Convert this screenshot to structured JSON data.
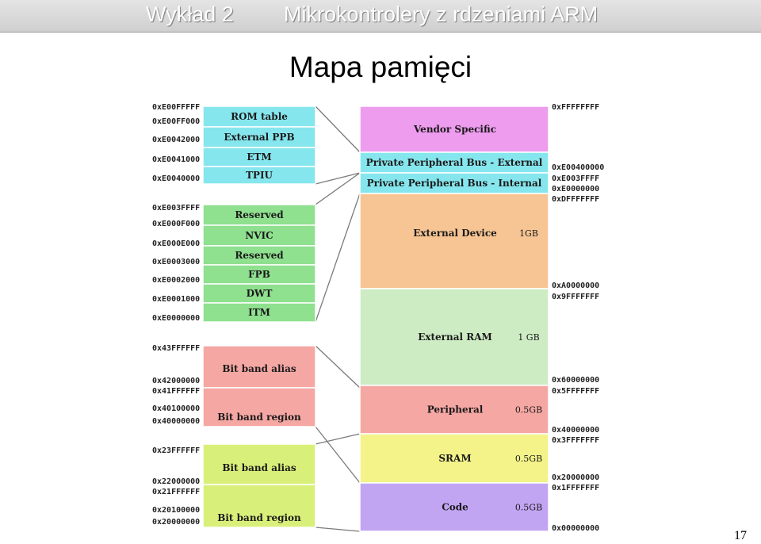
{
  "header": {
    "lecture": "Wykład 2",
    "course": "Mikrokontrolery z rdzeniami ARM"
  },
  "slide": {
    "title": "Mapa pamięci",
    "page": "17"
  },
  "map_blocks": [
    {
      "label": "Vendor Specific",
      "size": "",
      "color": "#ee9cee"
    },
    {
      "label": "Private Peripheral Bus - External",
      "size": "",
      "color": "#86e6ee"
    },
    {
      "label": "Private Peripheral Bus - Internal",
      "size": "",
      "color": "#86e6ee"
    },
    {
      "label": "External Device",
      "size": "1GB",
      "color": "#f7c594"
    },
    {
      "label": "External RAM",
      "size": "1 GB",
      "color": "#cdecc4"
    },
    {
      "label": "Peripheral",
      "size": "0.5GB",
      "color": "#f5a7a3"
    },
    {
      "label": "SRAM",
      "size": "0.5GB",
      "color": "#f3f38a"
    },
    {
      "label": "Code",
      "size": "0.5GB",
      "color": "#c2a5f2"
    }
  ],
  "right_addresses": [
    "0xFFFFFFFF",
    "0xE00400000",
    "0xE003FFFF",
    "0xE0000000",
    "0xDFFFFFFF",
    "0xA0000000",
    "0x9FFFFFFF",
    "0x60000000",
    "0x5FFFFFFF",
    "0x40000000",
    "0x3FFFFFFF",
    "0x20000000",
    "0x1FFFFFFF",
    "0x00000000"
  ],
  "ppb_external": {
    "blocks": [
      "ROM table",
      "External PPB",
      "ETM",
      "TPIU"
    ],
    "addresses": [
      "0xE00FFFFF",
      "0xE00FF000",
      "0xE0042000",
      "0xE0041000",
      "0xE0040000"
    ],
    "color": "#86e6ee"
  },
  "ppb_internal": {
    "blocks": [
      "Reserved",
      "NVIC",
      "Reserved",
      "FPB",
      "DWT",
      "ITM"
    ],
    "addresses": [
      "0xE003FFFF",
      "0xE000F000",
      "0xE000E000",
      "0xE0003000",
      "0xE0002000",
      "0xE0001000",
      "0xE0000000"
    ],
    "color": "#8fe08f"
  },
  "peripheral_bitband": {
    "blocks": [
      "Bit band alias",
      "Bit band region"
    ],
    "addresses": [
      "0x43FFFFFF",
      "0x42000000",
      "0x41FFFFFF",
      "0x40100000",
      "0x40000000"
    ],
    "color": "#f5a7a3"
  },
  "sram_bitband": {
    "blocks": [
      "Bit band alias",
      "Bit band region"
    ],
    "addresses": [
      "0x23FFFFFF",
      "0x22000000",
      "0x21FFFFFF",
      "0x20100000",
      "0x20000000"
    ],
    "color": "#d8f07a"
  }
}
